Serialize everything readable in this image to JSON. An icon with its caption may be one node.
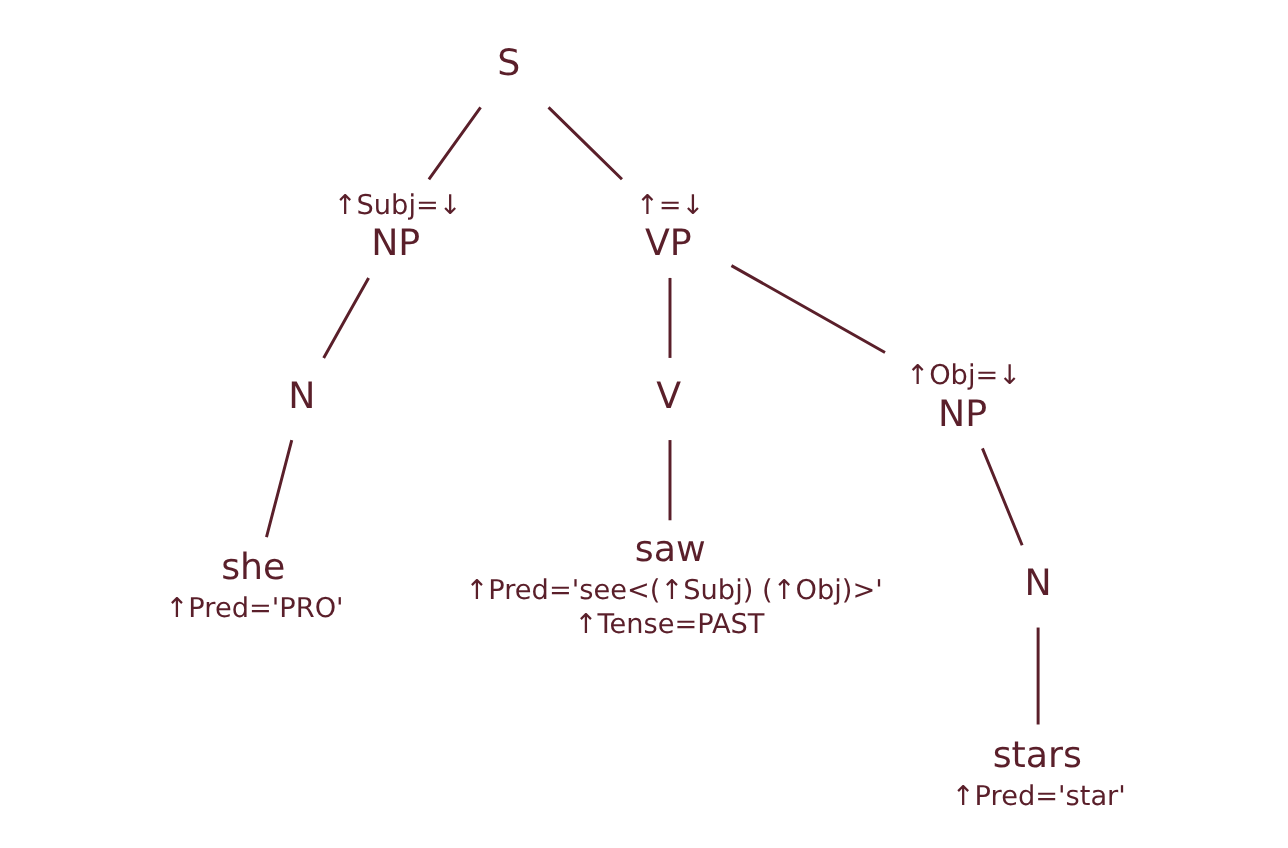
{
  "diagram": {
    "nodes": [
      {
        "text": [
          "S"
        ]
      },
      {
        "text": [
          "NP"
        ],
        "beside": [
          "↑Subj=↓"
        ]
      },
      {
        "text": [
          "VP"
        ],
        "beside": [
          "↑=↓"
        ]
      },
      {
        "text": [
          "N"
        ]
      },
      {
        "text": [
          "V"
        ]
      },
      {
        "text": [
          "NP"
        ],
        "beside": [
          "↑Obj=↓"
        ]
      },
      {
        "text": [
          "she"
        ],
        "beside": [
          "↑Pred='PRO'"
        ]
      },
      {
        "text": [
          "saw"
        ],
        "beside": [
          "↑Pred='see<(↑Subj) (↑Obj)>'",
          "↑Tense=PAST"
        ]
      },
      {
        "text": [
          "N"
        ]
      },
      {
        "text": [
          "stars"
        ],
        "beside": [
          "↑Pred='star'"
        ]
      }
    ],
    "edges": [
      {
        "from": 0,
        "to": 1,
        "arrow": "none"
      },
      {
        "from": 0,
        "to": 2,
        "arrow": "none"
      },
      {
        "from": 1,
        "to": 3,
        "arrow": "none"
      },
      {
        "from": 3,
        "to": 6,
        "arrow": "none"
      },
      {
        "from": 2,
        "to": 4,
        "arrow": "none"
      },
      {
        "from": 2,
        "to": 5,
        "arrow": "none"
      },
      {
        "from": 4,
        "to": 7,
        "arrow": "none"
      },
      {
        "from": 5,
        "to": 8,
        "arrow": "none"
      },
      {
        "from": 8,
        "to": 9,
        "arrow": "none"
      }
    ]
  }
}
